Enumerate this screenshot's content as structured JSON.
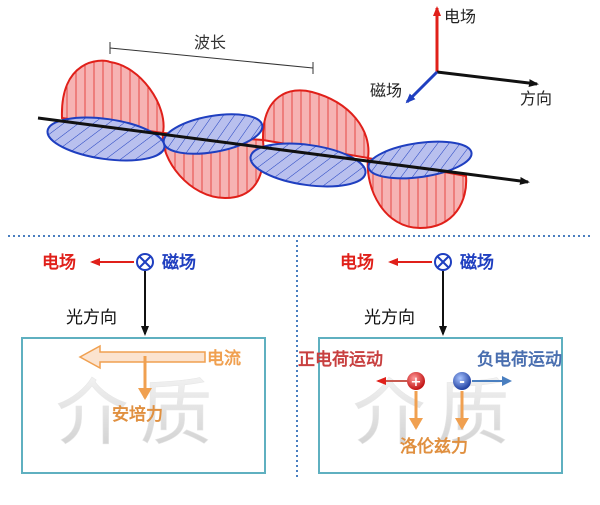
{
  "wave": {
    "wavelength_label": "波长",
    "axes": {
      "electric": "电场",
      "magnetic": "磁场",
      "direction": "方向"
    }
  },
  "left_panel": {
    "electric_label": "电场",
    "magnetic_label": "磁场",
    "light_direction_label": "光方向",
    "medium_text": "介质",
    "current_label": "电流",
    "force_label": "安培力"
  },
  "right_panel": {
    "electric_label": "电场",
    "magnetic_label": "磁场",
    "light_direction_label": "光方向",
    "medium_text": "介质",
    "positive_motion_label": "正电荷运动",
    "negative_motion_label": "负电荷运动",
    "positive_sign": "+",
    "negative_sign": "-",
    "force_label": "洛伦兹力"
  },
  "colors": {
    "electric": "#e0201a",
    "magnetic": "#1f3fc0",
    "electric_fill": "#f6b3b3",
    "magnetic_fill": "#b9c0ee",
    "orange": "#f0a050",
    "panel_border": "#5fb0c0",
    "divider": "#4a7fc0",
    "medium_text": "#d8d8d8"
  }
}
